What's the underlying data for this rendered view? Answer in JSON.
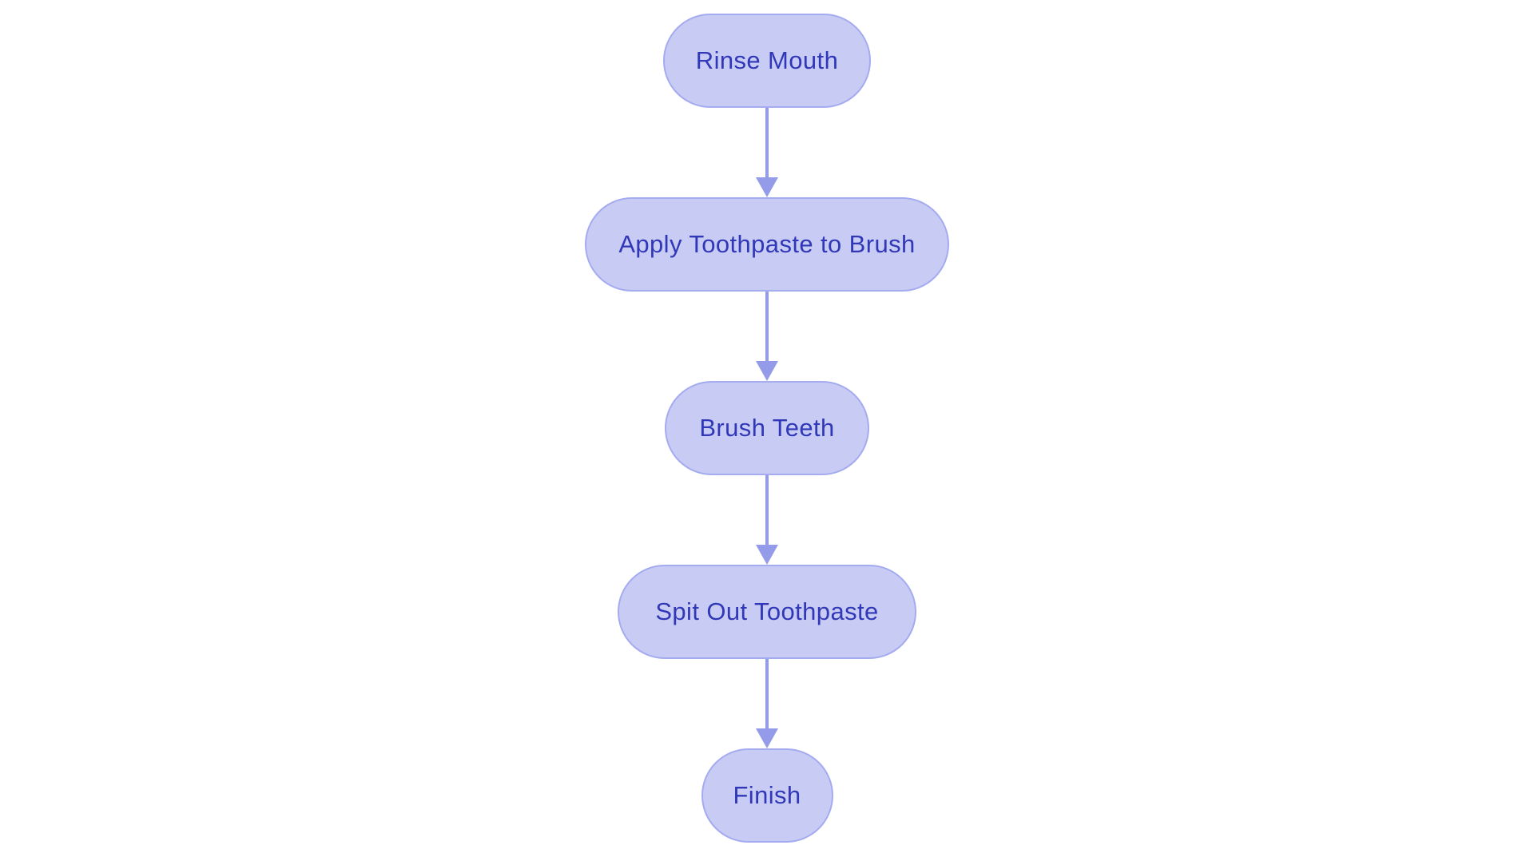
{
  "diagram": {
    "type": "flowchart",
    "direction": "top-to-bottom",
    "background_color": "#ffffff",
    "node_style": {
      "shape": "stadium",
      "fill_color": "#c8ccf5",
      "border_color": "#a4abef",
      "text_color": "#3138b7"
    },
    "arrow_color": "#949be9",
    "nodes": [
      {
        "id": "rinse-mouth",
        "label": "Rinse Mouth"
      },
      {
        "id": "apply-toothpaste-to-brush",
        "label": "Apply Toothpaste to Brush"
      },
      {
        "id": "brush-teeth",
        "label": "Brush Teeth"
      },
      {
        "id": "spit-out-toothpaste",
        "label": "Spit Out Toothpaste"
      },
      {
        "id": "finish",
        "label": "Finish"
      }
    ],
    "edges": [
      {
        "from": "Rinse Mouth",
        "to": "Apply Toothpaste to Brush"
      },
      {
        "from": "Apply Toothpaste to Brush",
        "to": "Brush Teeth"
      },
      {
        "from": "Brush Teeth",
        "to": "Spit Out Toothpaste"
      },
      {
        "from": "Spit Out Toothpaste",
        "to": "Finish"
      }
    ]
  }
}
